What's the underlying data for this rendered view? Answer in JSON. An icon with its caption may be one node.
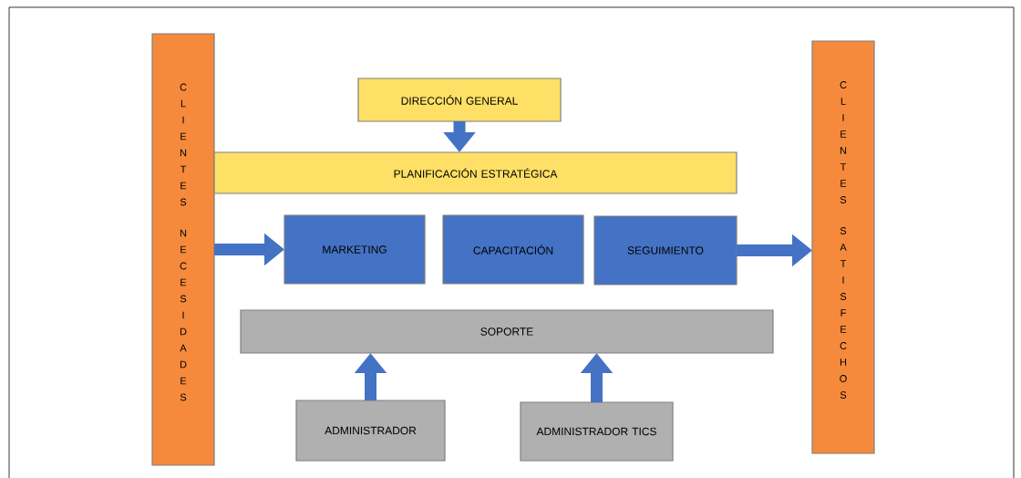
{
  "diagram": {
    "nodes": [
      {
        "text": [
          "CLIENTES NECESIDADES"
        ]
      },
      {
        "text": [
          "DIRECCIÓN GENERAL"
        ]
      },
      {
        "text": [
          "PLANIFICACIÓN ESTRATÉGICA"
        ]
      },
      {
        "text": [
          "MARKETING"
        ]
      },
      {
        "text": [
          "CAPACITACIÓN"
        ]
      },
      {
        "text": [
          "SEGUIMIENTO"
        ]
      },
      {
        "text": [
          "SOPORTE"
        ]
      },
      {
        "text": [
          "ADMINISTRADOR"
        ]
      },
      {
        "text": [
          "ADMINISTRADOR TICS"
        ]
      },
      {
        "text": [
          "CLIENTES SATISFECHOS"
        ]
      }
    ],
    "edges": [
      {
        "from": 1,
        "to": 2,
        "arrow": "to"
      },
      {
        "from": 0,
        "to": 3,
        "arrow": "to"
      },
      {
        "from": 5,
        "to": 9,
        "arrow": "to"
      },
      {
        "from": 7,
        "to": 6,
        "arrow": "to"
      },
      {
        "from": 8,
        "to": 6,
        "arrow": "to"
      }
    ]
  }
}
